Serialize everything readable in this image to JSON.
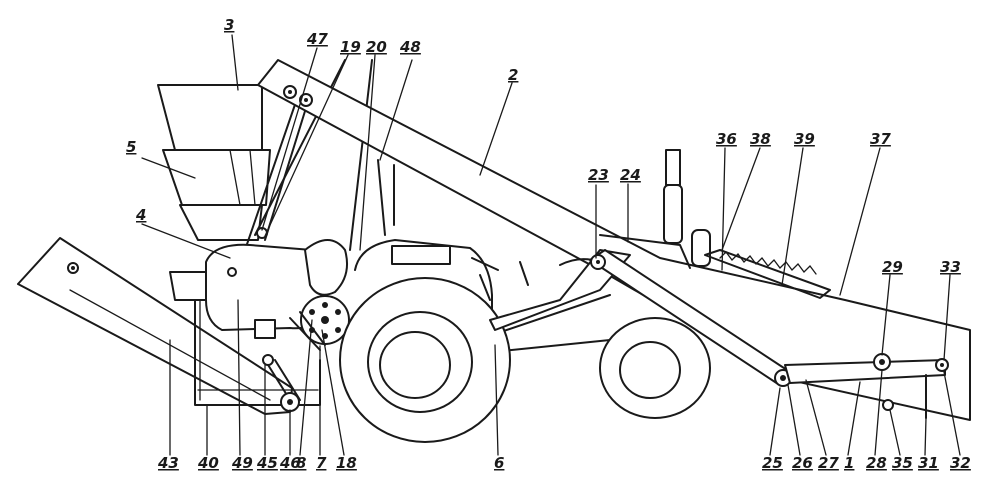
{
  "labels": {
    "l3": "3",
    "l47": "47",
    "l19": "19",
    "l20": "20",
    "l48": "48",
    "l2": "2",
    "l5": "5",
    "l4": "4",
    "l23": "23",
    "l24": "24",
    "l36": "36",
    "l38": "38",
    "l39": "39",
    "l37": "37",
    "l29": "29",
    "l33": "33",
    "l43": "43",
    "l40": "40",
    "l49": "49",
    "l45": "45",
    "l46": "46",
    "l8": "8",
    "l7": "7",
    "l18": "18",
    "l6": "6",
    "l25": "25",
    "l26": "26",
    "l27": "27",
    "l1": "1",
    "l28": "28",
    "l35": "35",
    "l31": "31",
    "l32": "32"
  }
}
